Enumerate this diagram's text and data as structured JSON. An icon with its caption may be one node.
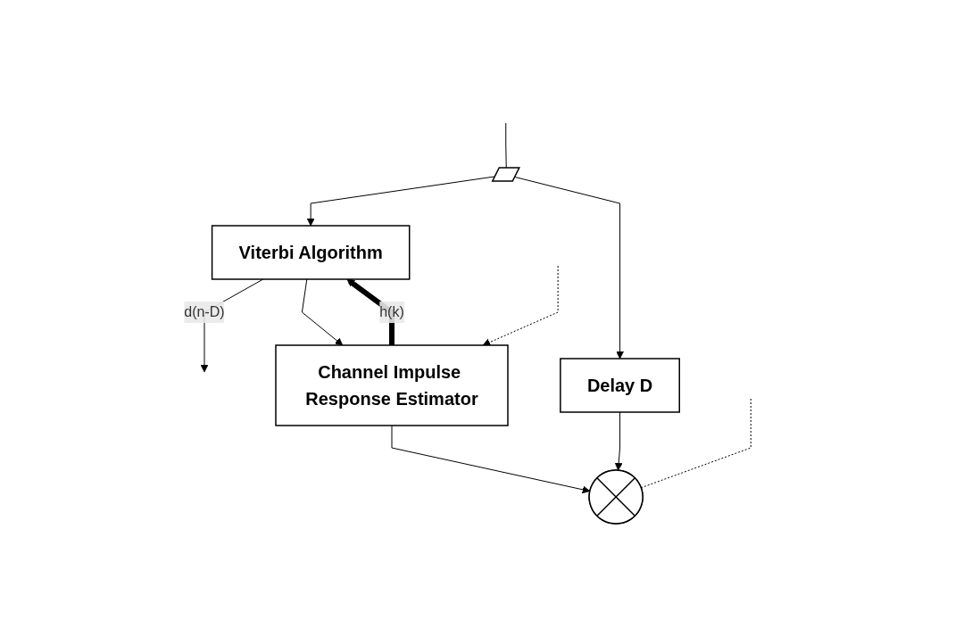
{
  "diagram": {
    "nodes": [
      {
        "text": [
          "Viterbi Algorithm"
        ]
      },
      {
        "text": [
          "Delay D"
        ]
      },
      {
        "text": [
          "Channel Impulse Response Estimator"
        ]
      },
      {
        "text": [],
        "shape": "circle"
      },
      {
        "text": [],
        "shape": "switch"
      }
    ],
    "edges": [
      {
        "from": null,
        "to": 4,
        "arrow": "none"
      },
      {
        "from": 4,
        "to": 0,
        "arrow": "to"
      },
      {
        "from": 4,
        "to": 1,
        "arrow": "to"
      },
      {
        "from": 0,
        "to": null,
        "arrow": "to",
        "label": "d(n-D)"
      },
      {
        "from": 0,
        "to": 2,
        "arrow": "to"
      },
      {
        "from": 2,
        "to": 0,
        "arrow": "to",
        "label": "h(k)",
        "style": "thick"
      },
      {
        "from": 1,
        "to": 3,
        "arrow": "to"
      },
      {
        "from": 2,
        "to": 3,
        "arrow": "to"
      },
      {
        "from": null,
        "to": 3,
        "arrow": "none",
        "style": "dashed"
      },
      {
        "from": null,
        "to": 2,
        "arrow": "to",
        "style": "dashed"
      }
    ]
  }
}
